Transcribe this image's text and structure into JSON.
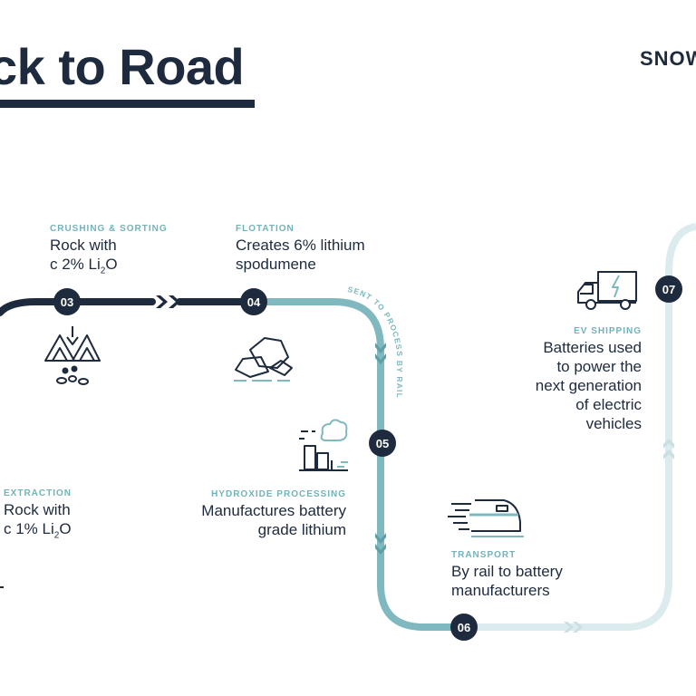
{
  "title": "ck to Road",
  "brand": "SNOW",
  "rail_label": "SENT TO PROCESS BY RAIL",
  "stages": {
    "extraction": {
      "category": "EXTRACTION",
      "line1": "Rock with",
      "line2_pre": "c 1%  Li",
      "sub": "2",
      "line2_post": "O"
    },
    "crushing": {
      "number": "03",
      "category": "CRUSHING & SORTING",
      "line1": "Rock with",
      "line2_pre": "c 2% Li",
      "sub": "2",
      "line2_post": "O"
    },
    "flotation": {
      "number": "04",
      "category": "FLOTATION",
      "line1": "Creates 6% lithium",
      "line2": "spodumene"
    },
    "hydroxide": {
      "number": "05",
      "category": "HYDROXIDE PROCESSING",
      "line1": "Manufactures battery",
      "line2": "grade lithium"
    },
    "transport": {
      "number": "06",
      "category": "TRANSPORT",
      "line1": "By rail to battery",
      "line2": "manufacturers"
    },
    "ev": {
      "number": "07",
      "category": "EV SHIPPING",
      "line1": "Batteries used",
      "line2": "to power the",
      "line3": "next generation",
      "line4": "of electric",
      "line5": "vehicles"
    }
  },
  "colors": {
    "navy": "#1e2a3e",
    "teal": "#7fb9bf",
    "pale": "#dcebed",
    "label": "#72b3bb"
  }
}
